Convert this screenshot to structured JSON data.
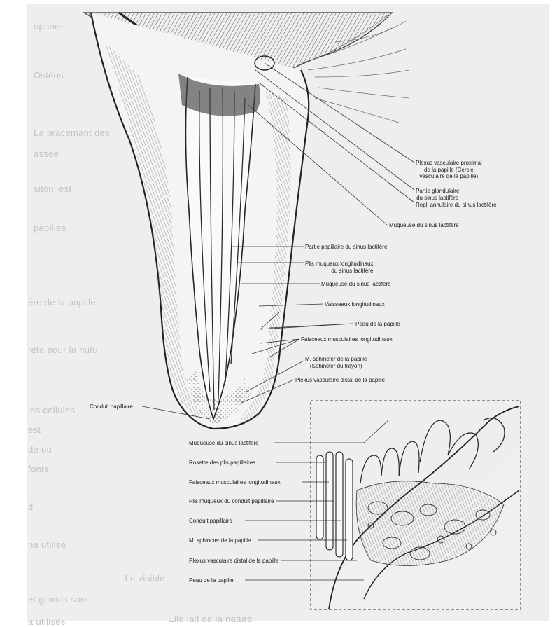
{
  "background_text": {
    "lines": [
      "ophore",
      "Ostéos",
      "La pracemant des",
      "assée",
      "sitoni est",
      "papilles",
      "ère de la papille",
      "réte pour la nutu",
      "les cellules",
      "est",
      "de ou",
      "fonts",
      "d",
      "ne utilisé",
      "- Le visible",
      "et grands sont",
      "Elle lait de la nature",
      "a utilisés"
    ]
  },
  "figure": {
    "main_labels": [
      {
        "id": "plexus-vasculaire-proximal",
        "lines": [
          "Plexus vasculaire proximal",
          "de la papille (Cercle",
          "vasculaire de la papille)"
        ]
      },
      {
        "id": "partie-glandulaire",
        "lines": [
          "Partie glandulaire",
          "du sinus lactifère"
        ]
      },
      {
        "id": "repli-annulaire",
        "lines": [
          "Repli annulaire du sinus lactifère"
        ]
      },
      {
        "id": "muqueuse-sinus-1",
        "lines": [
          "Muqueuse du sinus lactifère"
        ]
      },
      {
        "id": "partie-papillaire",
        "lines": [
          "Partie papillaire du sinus lactifère"
        ]
      },
      {
        "id": "plis-muqueux-sinus",
        "lines": [
          "Plis muqueux longitudinaux",
          "du sinus lactifère"
        ]
      },
      {
        "id": "muqueuse-sinus-2",
        "lines": [
          "Muqueuse du sinus lactifère"
        ]
      },
      {
        "id": "vaisseaux-longitudinaux",
        "lines": [
          "Vaisseaux longitudinaux"
        ]
      },
      {
        "id": "peau-papille-1",
        "lines": [
          "Peau de la papille"
        ]
      },
      {
        "id": "faisceaux-musculaires-1",
        "lines": [
          "Faisceaux musculaires longitudinaux"
        ]
      },
      {
        "id": "m-sphincter-1",
        "lines": [
          "M. sphincter de la papille",
          "(Sphincter du trayon)"
        ]
      },
      {
        "id": "plexus-vasculaire-distal-1",
        "lines": [
          "Plexus vasculaire distal de la papille"
        ]
      },
      {
        "id": "conduit-papillaire-1",
        "lines": [
          "Conduit papillaire"
        ]
      }
    ],
    "inset_labels": [
      {
        "id": "muqueuse-sinus-3",
        "lines": [
          "Muqueuse du sinus lactifère"
        ]
      },
      {
        "id": "rosette-plis",
        "lines": [
          "Rosette des plis papillaires"
        ]
      },
      {
        "id": "faisceaux-musculaires-2",
        "lines": [
          "Faisceaux musculaires longitudinaux"
        ]
      },
      {
        "id": "plis-muqueux-conduit",
        "lines": [
          "Plis muqueux du conduit papillaire"
        ]
      },
      {
        "id": "conduit-papillaire-2",
        "lines": [
          "Conduit papillaire"
        ]
      },
      {
        "id": "m-sphincter-2",
        "lines": [
          "M. sphincter de la papille"
        ]
      },
      {
        "id": "plexus-vasculaire-distal-2",
        "lines": [
          "Plexus vasculaire distal de la papille"
        ]
      },
      {
        "id": "peau-papille-2",
        "lines": [
          "Peau de la papille"
        ]
      }
    ]
  }
}
